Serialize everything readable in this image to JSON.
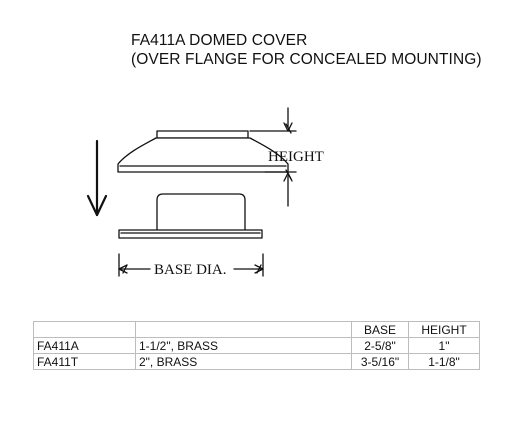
{
  "header": {
    "title": "FA411A DOMED COVER",
    "subtitle": "(OVER FLANGE FOR CONCEALED MOUNTING)"
  },
  "drawing": {
    "height_label": "HEIGHT",
    "base_label": "BASE DIA."
  },
  "table": {
    "columns": [
      "",
      "",
      "BASE",
      "HEIGHT"
    ],
    "rows": [
      {
        "model": "FA411A",
        "description": "1-1/2\", BRASS",
        "base": "2-5/8\"",
        "height": "1\""
      },
      {
        "model": "FA411T",
        "description": "2\", BRASS",
        "base": "3-5/16\"",
        "height": "1-1/8\""
      }
    ]
  }
}
